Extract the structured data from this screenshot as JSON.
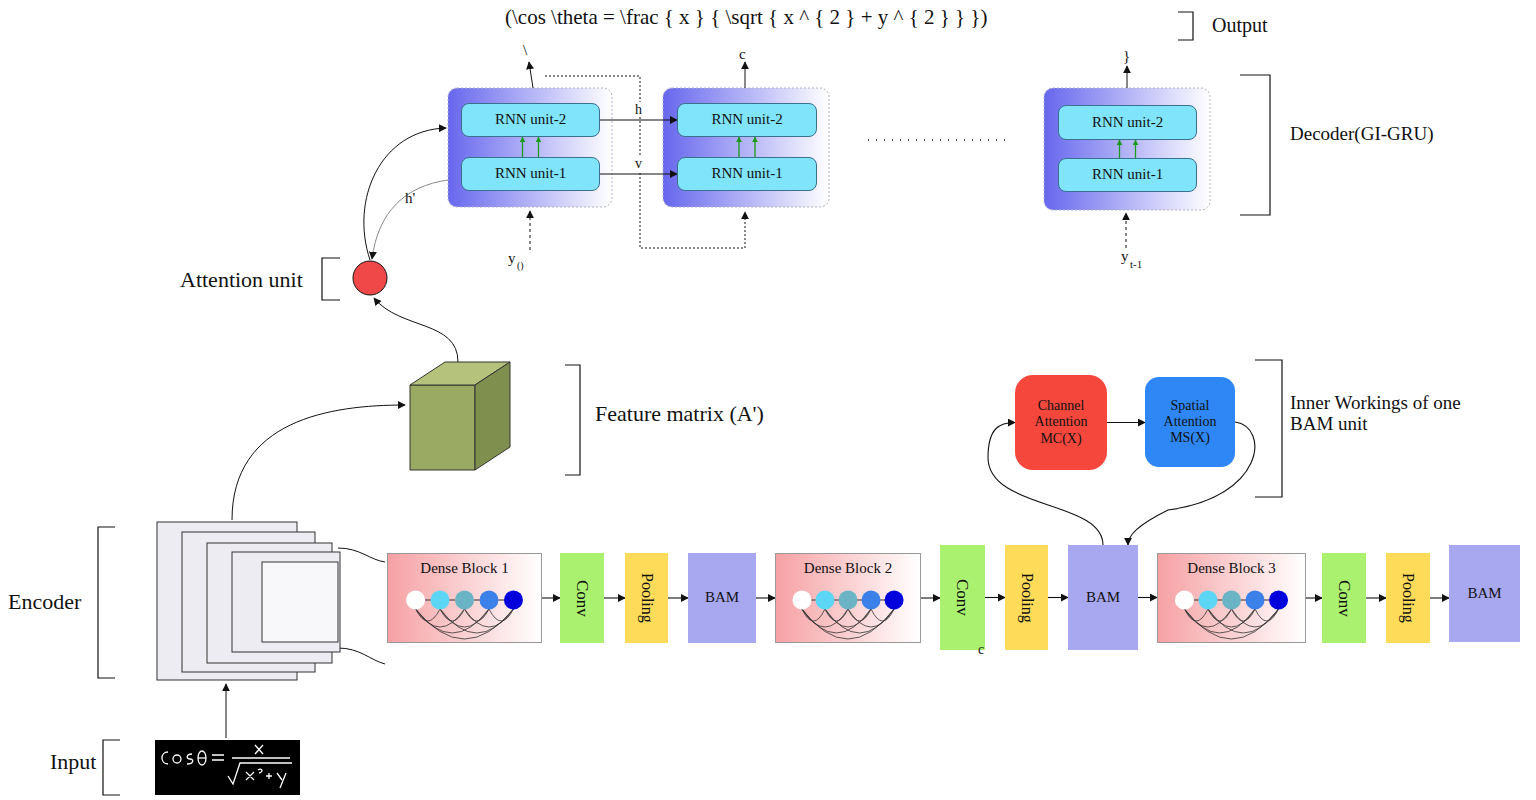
{
  "diagram": {
    "nodes": [
      {
        "text": [
          "RNN unit-2"
        ]
      },
      {
        "text": [
          "RNN unit-1"
        ]
      },
      {
        "text": [
          "RNN unit-2"
        ]
      },
      {
        "text": [
          "RNN unit-1"
        ]
      },
      {
        "text": [
          "RNN unit-2"
        ]
      },
      {
        "text": [
          "RNN unit-1"
        ]
      },
      {
        "text": [
          "Channel Attention MC(X)"
        ]
      },
      {
        "text": [
          "Spatial Attention MS(X)"
        ]
      },
      {
        "text": [
          "Dense Block 1"
        ]
      },
      {
        "text": [
          "Conv"
        ]
      },
      {
        "text": [
          "Pooling"
        ]
      },
      {
        "text": [
          "BAM"
        ]
      },
      {
        "text": [
          "Dense Block 2"
        ]
      },
      {
        "text": [
          "Conv"
        ]
      },
      {
        "text": [
          "Pooling"
        ]
      },
      {
        "text": [
          "BAM"
        ]
      },
      {
        "text": [
          "Dense Block 3"
        ]
      },
      {
        "text": [
          "Conv"
        ]
      },
      {
        "text": [
          "Pooling"
        ]
      },
      {
        "text": [
          "BAM"
        ]
      }
    ],
    "edges": [
      {
        "from": 1,
        "to": 0,
        "arrow": "to"
      },
      {
        "from": 1,
        "to": 0,
        "arrow": "to"
      },
      {
        "from": 0,
        "to": 2,
        "label": "h",
        "arrow": "to"
      },
      {
        "from": 1,
        "to": 3,
        "label": "v",
        "arrow": "to"
      },
      {
        "from": 3,
        "to": 2,
        "arrow": "to"
      },
      {
        "from": 3,
        "to": 2,
        "arrow": "to"
      },
      {
        "from": 5,
        "to": 4,
        "arrow": "to"
      },
      {
        "from": 5,
        "to": 4,
        "arrow": "to"
      },
      {
        "from": 15,
        "to": 6,
        "arrow": "to"
      },
      {
        "from": 6,
        "to": 7,
        "arrow": "to"
      },
      {
        "from": 7,
        "to": 15,
        "arrow": "to"
      },
      {
        "from": 8,
        "to": 9,
        "arrow": "to"
      },
      {
        "from": 9,
        "to": 10,
        "arrow": "to"
      },
      {
        "from": 10,
        "to": 11,
        "arrow": "to"
      },
      {
        "from": 11,
        "to": 12,
        "arrow": "to"
      },
      {
        "from": 12,
        "to": 13,
        "arrow": "to"
      },
      {
        "from": 13,
        "to": 14,
        "arrow": "to"
      },
      {
        "from": 14,
        "to": 15,
        "arrow": "to"
      },
      {
        "from": 15,
        "to": 16,
        "arrow": "to"
      },
      {
        "from": 16,
        "to": 17,
        "arrow": "to"
      },
      {
        "from": 17,
        "to": 18,
        "arrow": "to"
      },
      {
        "from": 18,
        "to": 19,
        "arrow": "to"
      }
    ],
    "labels": [
      "(\\cos \\theta = \\frac { x } { \\sqrt { x ^ { 2 } + y ^ { 2 } } })",
      "Output",
      "\\",
      "c",
      "}",
      "Decoder(GI-GRU)",
      "h'",
      "y",
      "()",
      "y",
      "t-1",
      "Attention unit",
      "Feature matrix (A')",
      "Inner Workings of one BAM unit",
      "Encoder",
      "Input",
      "c"
    ]
  }
}
